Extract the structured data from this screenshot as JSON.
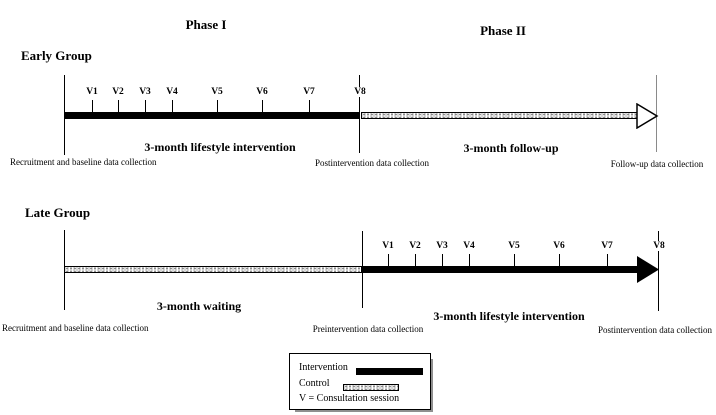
{
  "phases": {
    "phase_1": "Phase I",
    "phase_2": "Phase II"
  },
  "early": {
    "group_label": "Early Group",
    "visits": [
      "V1",
      "V2",
      "V3",
      "V4",
      "V5",
      "V6",
      "V7",
      "V8"
    ],
    "interval_1": "3-month lifestyle intervention",
    "interval_2": "3-month follow-up",
    "milestone_recruitment": "Recruitment and baseline data collection",
    "milestone_post": "Postintervention data collection",
    "milestone_followup": "Follow-up data collection"
  },
  "late": {
    "group_label": "Late Group",
    "visits": [
      "V1",
      "V2",
      "V3",
      "V4",
      "V5",
      "V6",
      "V7",
      "V8"
    ],
    "interval_1": "3-month waiting",
    "interval_2": "3-month lifestyle intervention",
    "milestone_recruitment": "Recruitment and baseline data collection",
    "milestone_pre": "Preintervention data collection",
    "milestone_post": "Postintervention data collection"
  },
  "legend": {
    "intervention": "Intervention",
    "control": "Control",
    "note": "V = Consultation session"
  },
  "colors": {
    "bar_black": "#000000",
    "stipple_dot": "#7d7d7d",
    "divider_gray": "#8a8a8a",
    "shadow_gray": "#8f8f8f"
  }
}
